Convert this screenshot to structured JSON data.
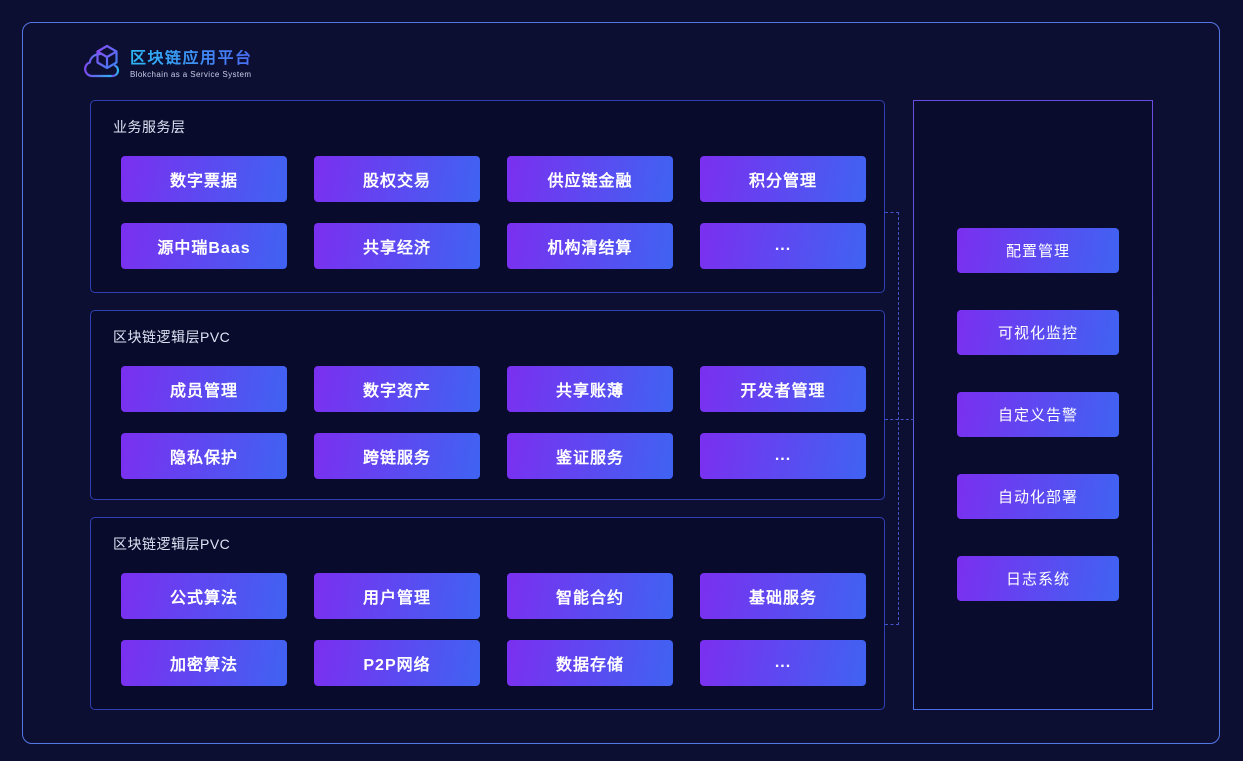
{
  "logo": {
    "title": "区块链应用平台",
    "subtitle": "Blokchain as a Service System",
    "icon": "cloud-cube-icon"
  },
  "colors": {
    "background": "#0c0f32",
    "outer_border": "#5577e6",
    "section_border": "#3040b2",
    "panel_border_top": "#6b4be0",
    "panel_border_bottom": "#4a6fe8",
    "button_gradient_start": "#7b2ff0",
    "button_gradient_end": "#3f63f2",
    "dashed_line": "#4355c5",
    "logo_title_gradient_start": "#2eb7f5",
    "logo_title_gradient_end": "#4a6cf5",
    "button_text": "#ffffff"
  },
  "sections": [
    {
      "title": "业务服务层",
      "rows": [
        [
          "数字票据",
          "股权交易",
          "供应链金融",
          "积分管理"
        ],
        [
          "源中瑞Baas",
          "共享经济",
          "机构清结算",
          "..."
        ]
      ]
    },
    {
      "title": "区块链逻辑层PVC",
      "rows": [
        [
          "成员管理",
          "数字资产",
          "共享账薄",
          "开发者管理"
        ],
        [
          "隐私保护",
          "跨链服务",
          "鉴证服务",
          "..."
        ]
      ]
    },
    {
      "title": "区块链逻辑层PVC",
      "rows": [
        [
          "公式算法",
          "用户管理",
          "智能合约",
          "基础服务"
        ],
        [
          "加密算法",
          "P2P网络",
          "数据存储",
          "..."
        ]
      ]
    }
  ],
  "side_panel": {
    "items": [
      "配置管理",
      "可视化监控",
      "自定义告警",
      "自动化部署",
      "日志系统"
    ]
  }
}
